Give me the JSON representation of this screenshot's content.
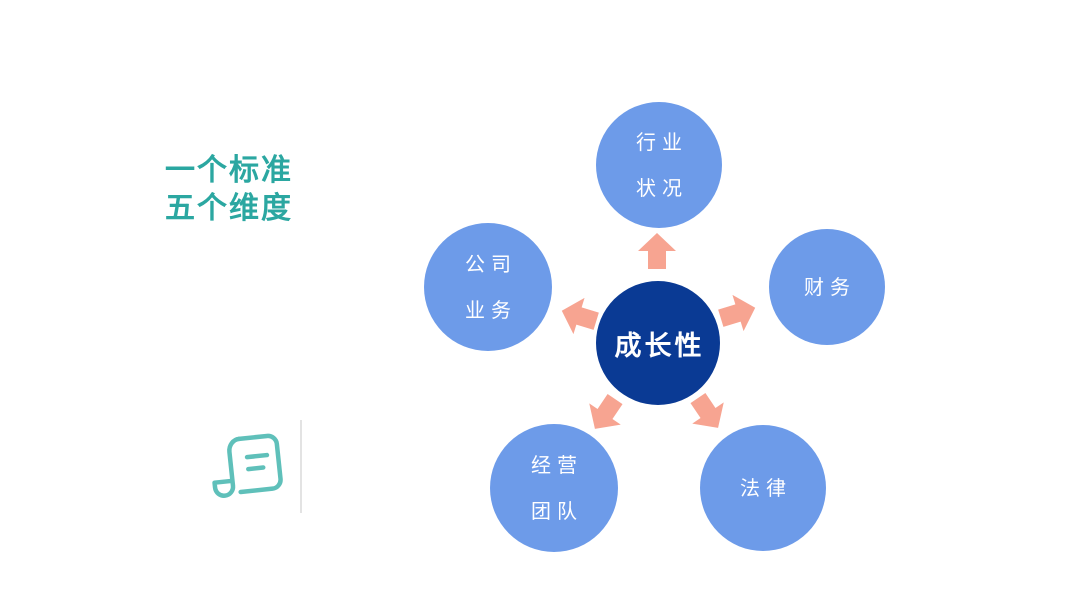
{
  "title": {
    "line1": "一个标准",
    "line2": "五个维度"
  },
  "diagram": {
    "center_label": "成长性",
    "satellites": [
      {
        "name": "industry-status",
        "lines": [
          "行业",
          "状况"
        ]
      },
      {
        "name": "company-business",
        "lines": [
          "公司",
          "业务"
        ]
      },
      {
        "name": "finance",
        "lines": [
          "财务"
        ]
      },
      {
        "name": "management-team",
        "lines": [
          "经营",
          "团队"
        ]
      },
      {
        "name": "legal",
        "lines": [
          "法律"
        ]
      }
    ]
  },
  "colors": {
    "title_text": "#2BA7A1",
    "center_circle": "#0A3A94",
    "satellite_circle": "#6D9BE9",
    "circle_text": "#FFFFFF",
    "arrow": "#F7A491",
    "icon": "#5FC0BA",
    "divider": "#E3E3E3"
  }
}
